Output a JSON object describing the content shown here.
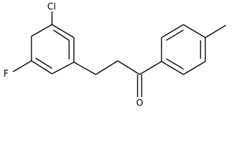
{
  "molecule": {
    "atoms": {
      "chlorine": "Cl",
      "fluorine": "F",
      "oxygen": "O"
    }
  }
}
